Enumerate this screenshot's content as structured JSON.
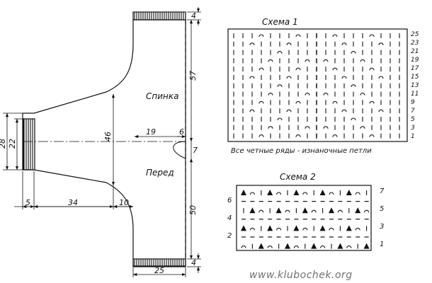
{
  "pattern_piece": {
    "label_back": "Спинка",
    "label_front": "Перед",
    "dimensions": {
      "sleeve_cuff_height": "28",
      "sleeve_cuff_inner": "22",
      "body_height": "46",
      "sleeve_cuff_width": "5",
      "sleeve_length": "34",
      "underarm_curve": "10",
      "half_width": "19",
      "neck_width": "6",
      "neck_depth": "7",
      "back_length": "57",
      "front_length": "50",
      "rib_top": "4",
      "rib_bottom": "4",
      "bottom_width": "25"
    }
  },
  "scheme1": {
    "title": "Схема 1",
    "row_numbers": [
      "25",
      "23",
      "21",
      "19",
      "17",
      "15",
      "13",
      "11",
      "9",
      "7",
      "5",
      "3",
      "1"
    ],
    "note": "Все четные ряды - изнаночные петли"
  },
  "scheme2": {
    "title": "Схема 2",
    "row_numbers_right": [
      "7",
      "5",
      "3",
      "1"
    ],
    "row_numbers_left": [
      "6",
      "4",
      "2"
    ]
  },
  "watermark": "www.klubochek.org"
}
